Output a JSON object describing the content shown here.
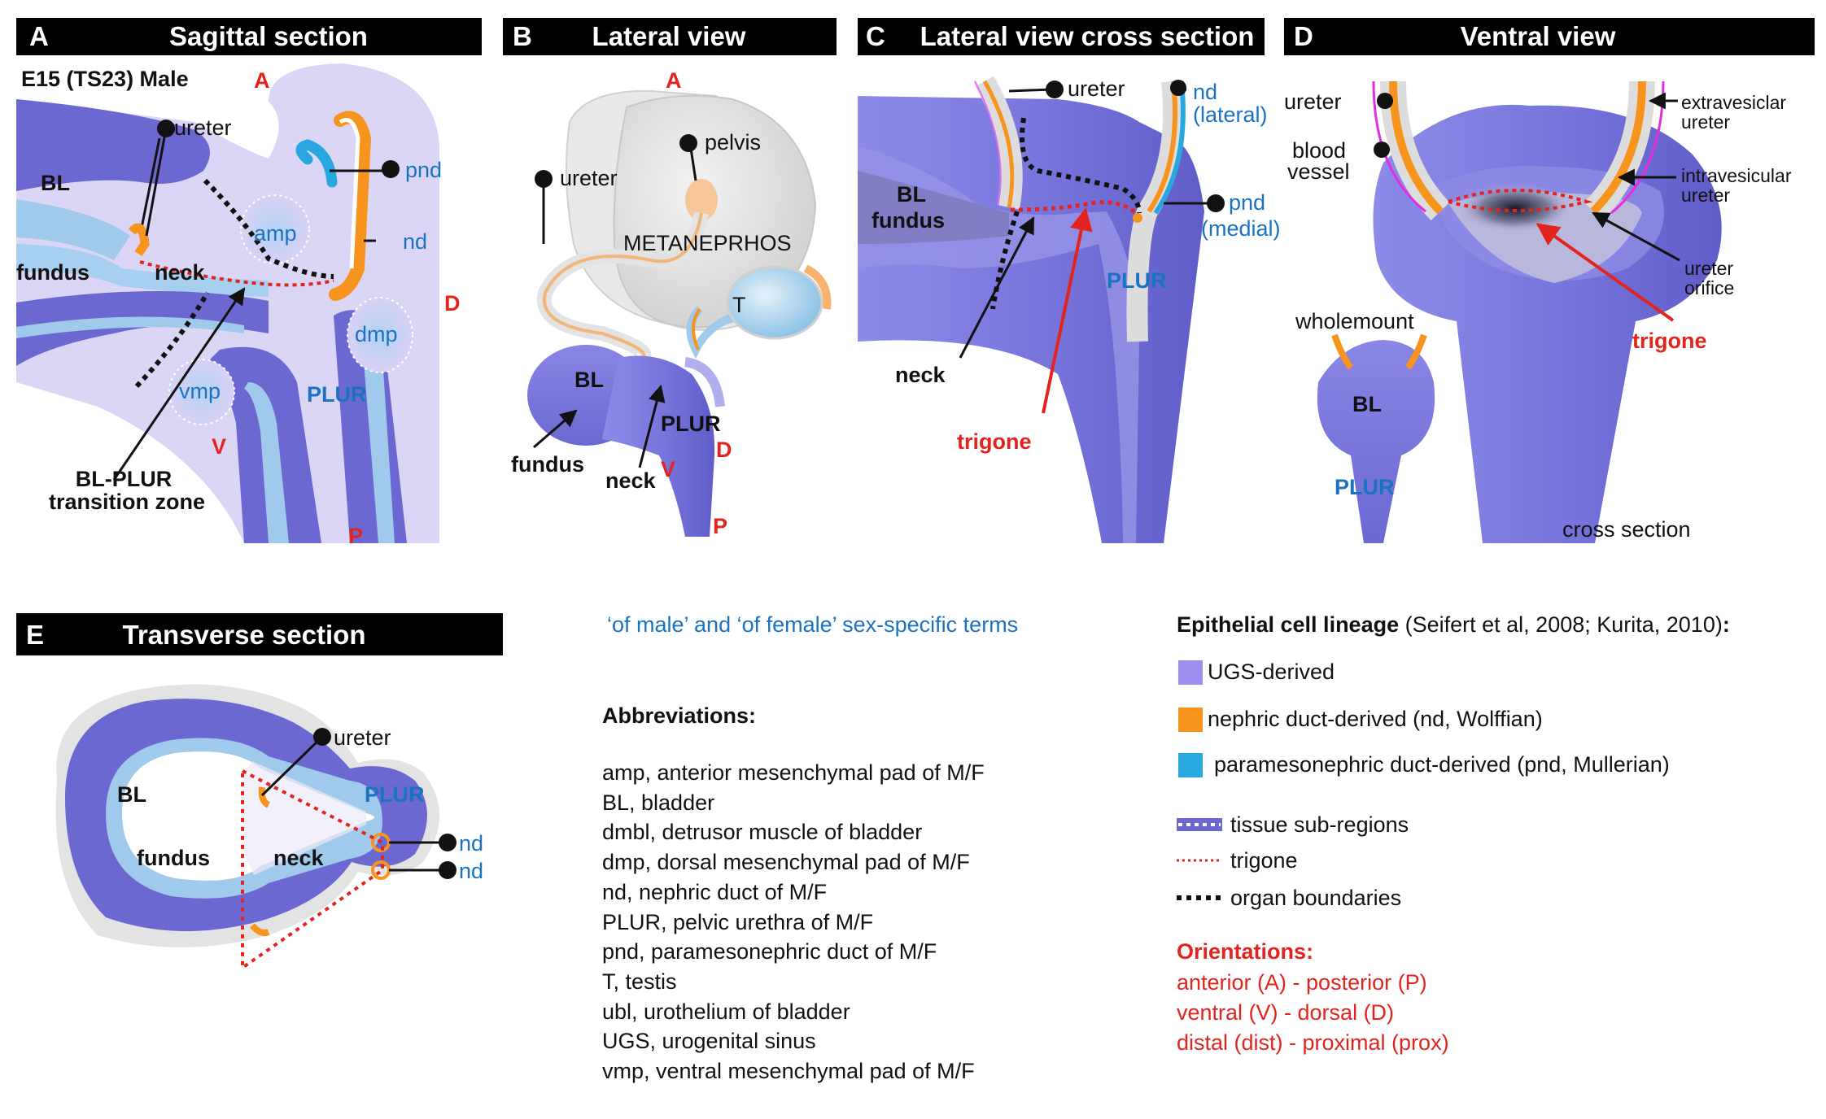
{
  "panels": {
    "A": {
      "letter": "A",
      "title": "Sagittal section",
      "stage": "E15 (TS23) Male",
      "labels": {
        "ureter": "ureter",
        "BL": "BL",
        "fundus": "fundus",
        "neck": "neck",
        "amp": "amp",
        "pnd": "pnd",
        "nd": "nd",
        "dmp": "dmp",
        "vmp": "vmp",
        "PLUR": "PLUR",
        "transition1": "BL-PLUR",
        "transition2": "transition zone"
      },
      "orient": {
        "A": "A",
        "D": "D",
        "V": "V",
        "P": "P"
      }
    },
    "B": {
      "letter": "B",
      "title": "Lateral view",
      "labels": {
        "ureter": "ureter",
        "pelvis": "pelvis",
        "metanephros": "METANEPRHOS",
        "T": "T",
        "BL": "BL",
        "PLUR": "PLUR",
        "fundus": "fundus",
        "neck": "neck"
      },
      "orient": {
        "A": "A",
        "D": "D",
        "V": "V",
        "P": "P"
      }
    },
    "C": {
      "letter": "C",
      "title": "Lateral view cross section",
      "labels": {
        "ureter": "ureter",
        "nd1": "nd",
        "nd2": "(lateral)",
        "pnd1": "pnd",
        "pnd2": "(medial)",
        "BL1": "BL",
        "BL2": "fundus",
        "PLUR": "PLUR",
        "neck": "neck",
        "trigone": "trigone"
      }
    },
    "D": {
      "letter": "D",
      "title": "Ventral view",
      "labels": {
        "ureter": "ureter",
        "blood1": "blood",
        "blood2": "vessel",
        "extra1": "extravesiclar",
        "extra2": "ureter",
        "intra1": "intravesicular",
        "intra2": "ureter",
        "orifice1": "ureter",
        "orifice2": "orifice",
        "trigone": "trigone",
        "wholemount": "wholemount",
        "BL": "BL",
        "PLUR": "PLUR",
        "crosssection": "cross section"
      }
    },
    "E": {
      "letter": "E",
      "title": "Transverse section",
      "labels": {
        "ureter": "ureter",
        "BL": "BL",
        "PLUR": "PLUR",
        "fundus": "fundus",
        "neck": "neck",
        "nd1": "nd",
        "nd2": "nd"
      }
    }
  },
  "sex_terms": "‘of male’ and ‘of female’ sex-specific terms",
  "abbreviations": {
    "heading": "Abbreviations:",
    "items": [
      "amp, anterior mesenchymal pad of M/F",
      "BL, bladder",
      "dmbl, detrusor muscle of bladder",
      "dmp, dorsal mesenchymal pad of M/F",
      "nd, nephric duct of M/F",
      "PLUR, pelvic urethra of M/F",
      "pnd, paramesonephric duct of M/F",
      "T, testis",
      "ubl, urothelium of bladder",
      "UGS, urogenital sinus",
      "vmp, ventral mesenchymal pad of M/F"
    ]
  },
  "legend": {
    "heading": "Epithelial cell lineage",
    "citation": " (Seifert et al, 2008; Kurita, 2010)",
    "colon": ":",
    "items": [
      {
        "label": "UGS-derived",
        "color": "#9d8ff0"
      },
      {
        "label": "nephric duct-derived (nd, Wolffian)",
        "color": "#f7941d"
      },
      {
        "label": "paramesonephric duct-derived (pnd, Mullerian)",
        "color": "#29a8e0"
      }
    ],
    "lines": [
      {
        "label": "tissue sub-regions",
        "style": "tissue"
      },
      {
        "label": "trigone",
        "style": "trigone"
      },
      {
        "label": "organ boundaries",
        "style": "organ"
      }
    ]
  },
  "orientations": {
    "heading": "Orientations:",
    "items": [
      "anterior (A) - posterior (P)",
      "ventral (V) - dorsal (D)",
      "distal (dist) - proximal (prox)"
    ]
  },
  "colors": {
    "tissue": "#7170d6",
    "light": "#d8d2f5",
    "epi": "#9fcaec",
    "nd": "#f7941d",
    "pnd": "#29a8e0",
    "trigone": "#e3241e"
  }
}
